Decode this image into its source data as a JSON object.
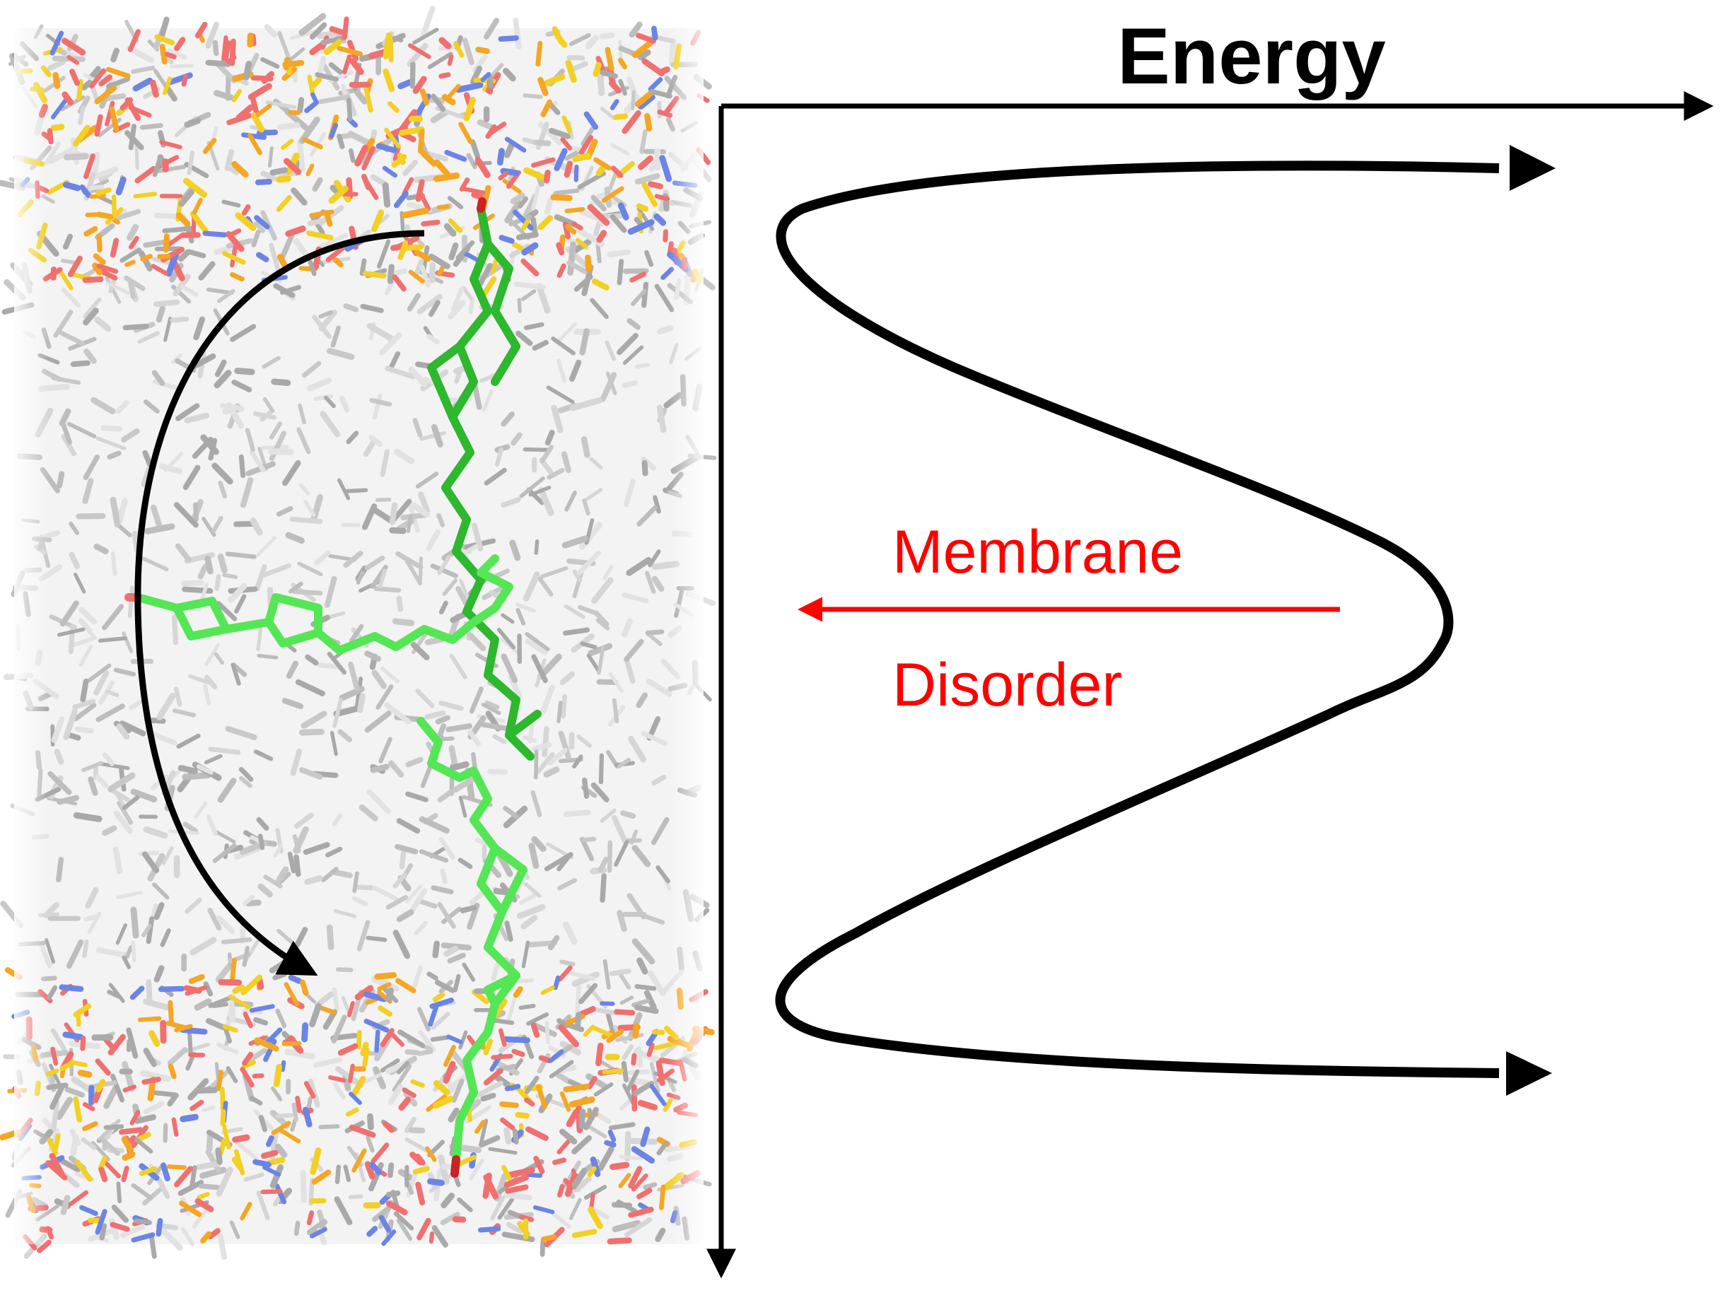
{
  "labels": {
    "energy_axis": "Energy",
    "red_arrow_line1": "Membrane",
    "red_arrow_line2": "Disorder"
  },
  "colors": {
    "axis": "#000000",
    "red_arrow": "#ff0000",
    "cholesterol": "#2db82d",
    "cholesterol_light": "#55e655",
    "lipid_gray": "#b8b8b8",
    "headgroup_red": "#f07070",
    "headgroup_orange": "#f5a623",
    "headgroup_yellow": "#f2d024",
    "headgroup_blue": "#6b84e6"
  },
  "icons": {
    "membrane_panel": "lipid-bilayer-molecular-rendering",
    "flip_flop_arrow": "curved-arrow-icon"
  }
}
